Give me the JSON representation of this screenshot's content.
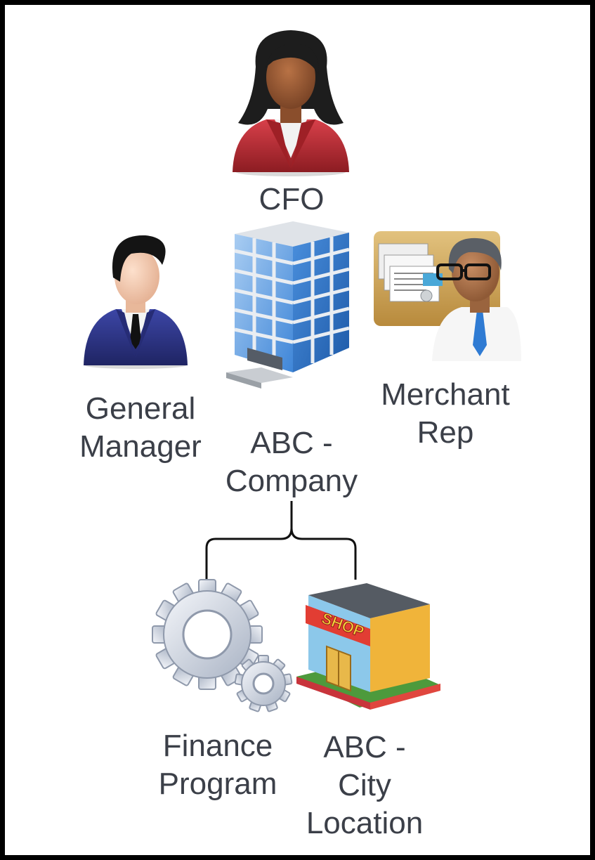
{
  "nodes": {
    "cfo": {
      "label": "CFO",
      "icon": "businesswoman-icon"
    },
    "general_manager": {
      "label_lines": [
        "General",
        "Manager"
      ],
      "icon": "businessman-icon"
    },
    "company": {
      "label_lines": [
        "ABC -",
        "Company"
      ],
      "icon": "office-building-icon"
    },
    "merchant_rep": {
      "label_lines": [
        "Merchant",
        "Rep"
      ],
      "icon": "merchant-rep-icon"
    },
    "finance_program": {
      "label_lines": [
        "Finance",
        "Program"
      ],
      "icon": "gears-icon"
    },
    "city_location": {
      "label_lines": [
        "ABC -",
        "City",
        "Location"
      ],
      "icon": "shop-icon"
    }
  },
  "icon_text": {
    "shop_sign": "SHOP"
  },
  "edges": [
    {
      "from": "company",
      "to": "finance_program"
    },
    {
      "from": "company",
      "to": "city_location"
    }
  ],
  "colors": {
    "label_text": "#3b3f48",
    "connector": "#111111",
    "frame": "#000000",
    "cfo_jacket": "#b0272c",
    "manager_suit": "#2c3380",
    "building_glass": "#3f86d8",
    "shop_wall": "#f0b43a"
  }
}
